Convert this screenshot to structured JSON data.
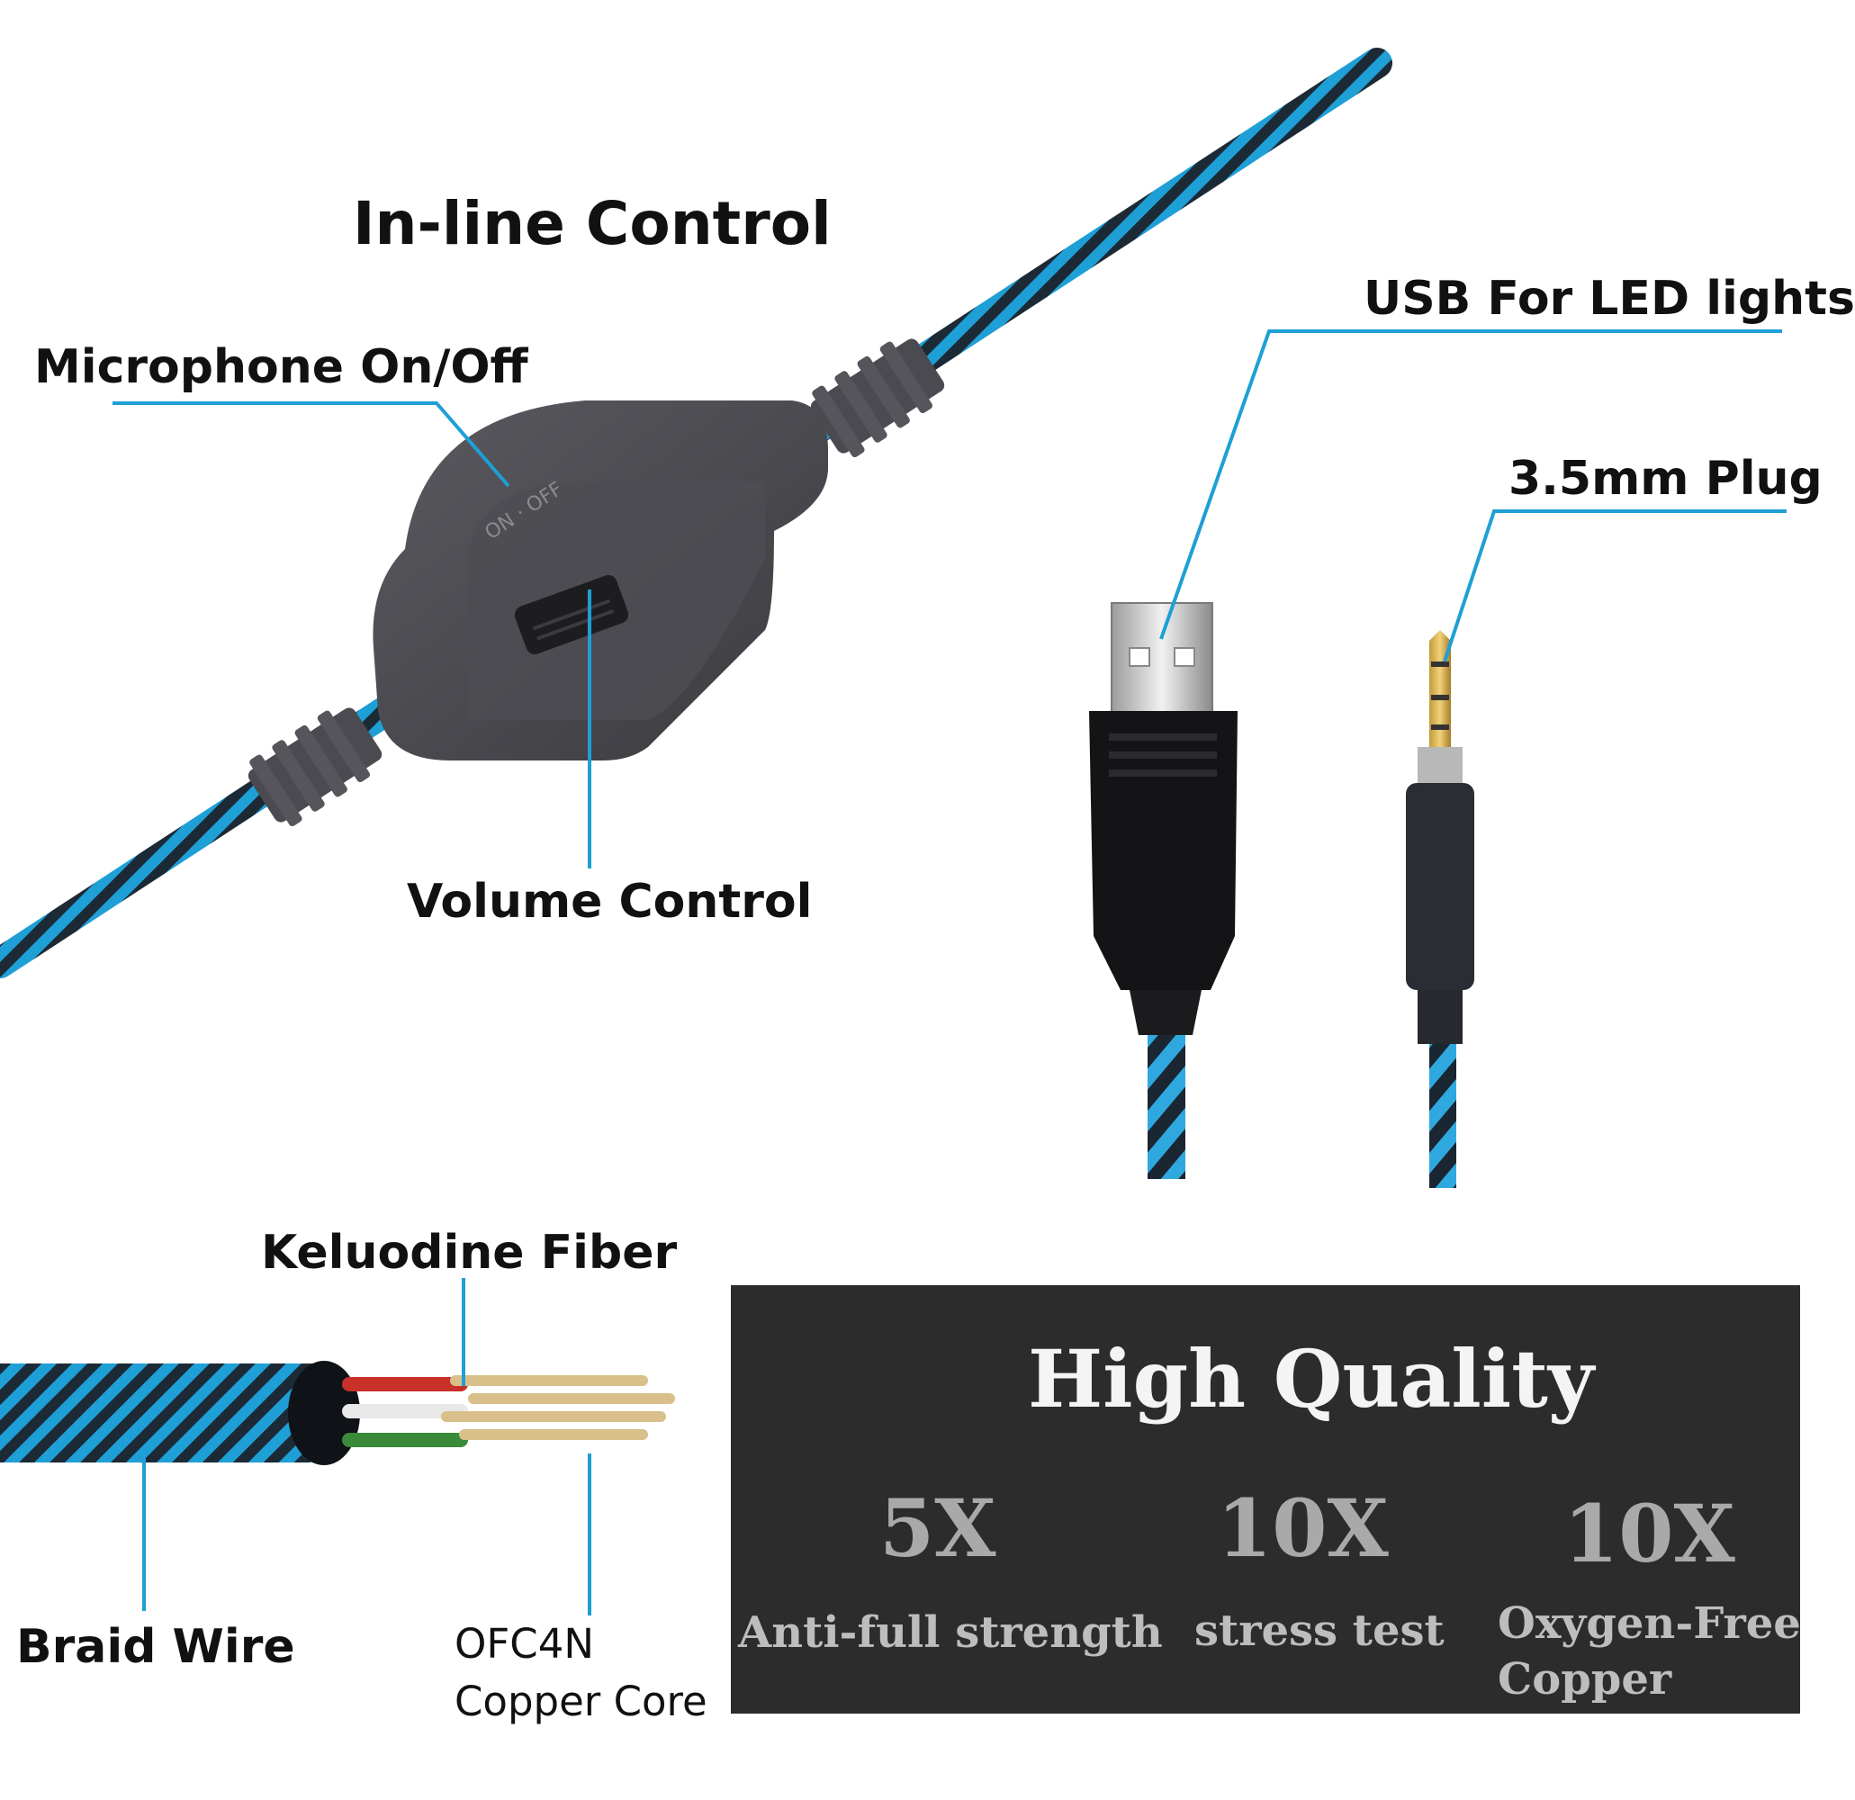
{
  "labels": {
    "inline_control": "In-line Control",
    "microphone": "Microphone On/Off",
    "volume": "Volume Control",
    "usb": "USB For LED lights",
    "plug": "3.5mm Plug",
    "fiber": "Keluodine Fiber",
    "braid": "Braid Wire",
    "ofc_line1": "OFC4N",
    "ofc_line2": "Copper Core"
  },
  "quality": {
    "title": "High Quality",
    "items": [
      {
        "value": "5X",
        "desc": "Anti-full strength"
      },
      {
        "value": "10X",
        "desc": "stress test"
      },
      {
        "value": "10X",
        "desc_line1": "Oxygen-Free",
        "desc_line2": "Copper"
      }
    ]
  },
  "colors": {
    "cable_blue": "#1e9fd6",
    "cable_dark": "#1c2a36",
    "leader_line": "#1e9fd6",
    "housing": "#4a4a4f",
    "panel": "#2c2c2c"
  },
  "icons": {
    "usb": "usb-plug-icon",
    "jack": "audio-jack-icon",
    "switch": "toggle-switch-icon",
    "wheel": "volume-wheel-icon"
  }
}
